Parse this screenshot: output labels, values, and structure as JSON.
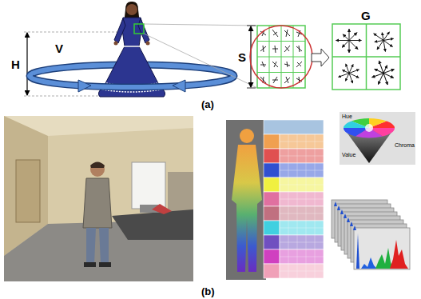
{
  "diagram": {
    "labels": [
      "H",
      "V",
      "S",
      "G",
      "(a)",
      "Hue",
      "Chroma",
      "Value",
      "(b)"
    ]
  }
}
